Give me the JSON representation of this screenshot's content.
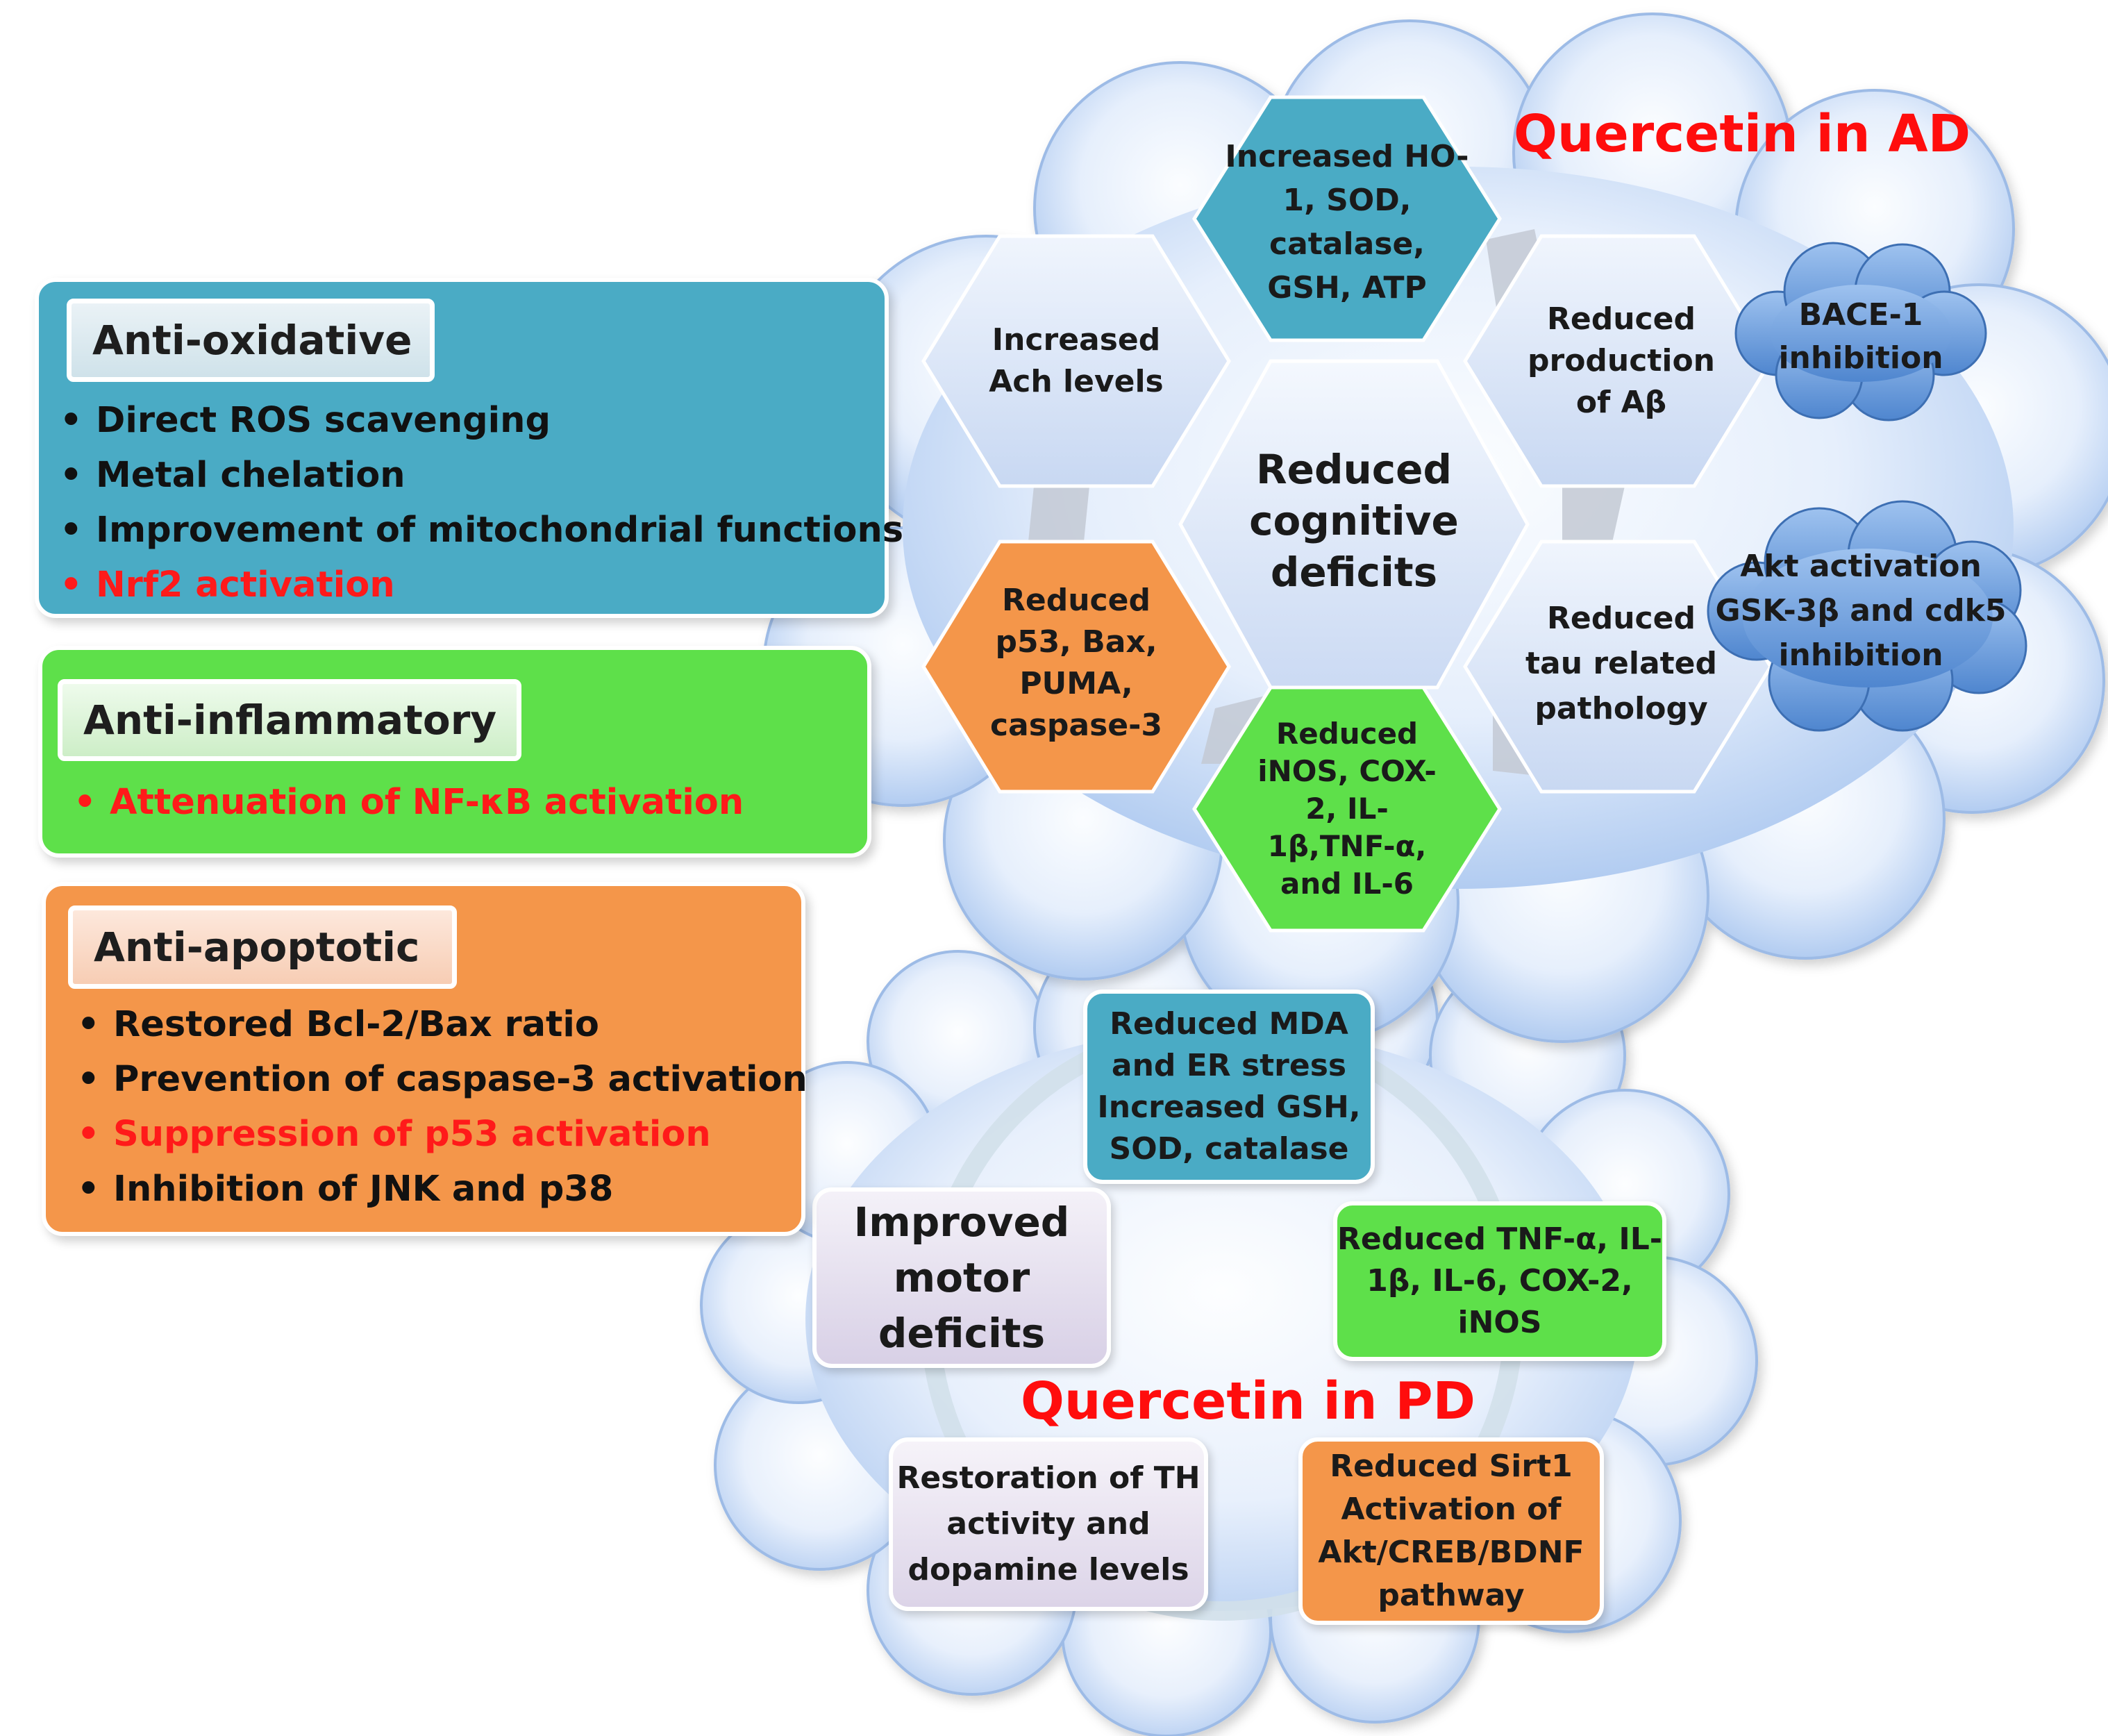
{
  "colors": {
    "teal": "#4aabc5",
    "green": "#5ee04a",
    "orange": "#f4964a",
    "red_text": "#ff0d0d",
    "cloud_light": "#f2f7fe",
    "cloud_dark": "#b2cdf2",
    "hex_light": "#dbe6f8",
    "lavender": "#e2dced"
  },
  "ad_cloud": {
    "title": "Quercetin in AD",
    "center": "Reduced cognitive deficits",
    "hexagons": [
      {
        "id": "top",
        "text": "Increased HO-1, SOD, catalase, GSH, ATP",
        "color": "teal"
      },
      {
        "id": "upper-left",
        "text": "Increased Ach levels",
        "color": "light"
      },
      {
        "id": "upper-right",
        "text": "Reduced production of Aβ",
        "color": "light"
      },
      {
        "id": "lower-left",
        "text": "Reduced p53, Bax, PUMA, caspase-3",
        "color": "orange"
      },
      {
        "id": "lower-right",
        "text": "Reduced tau related pathology",
        "color": "light"
      },
      {
        "id": "bottom",
        "text": "Reduced iNOS, COX-2, IL-1β,TNF-α, and IL-6",
        "color": "green"
      }
    ],
    "small_clouds": [
      {
        "id": "bace",
        "text": "BACE-1 inhibition"
      },
      {
        "id": "akt",
        "text": "Akt activation GSK-3β and cdk5 inhibition"
      }
    ]
  },
  "pd_cloud": {
    "title": "Quercetin in PD",
    "boxes": [
      {
        "id": "mda",
        "text": "Reduced MDA and ER stress Increased GSH, SOD, catalase",
        "color": "teal"
      },
      {
        "id": "motor",
        "text": "Improved motor deficits",
        "color": "lavender"
      },
      {
        "id": "tnf",
        "text": "Reduced TNF-α, IL-1β, IL-6, COX-2, iNOS",
        "color": "green"
      },
      {
        "id": "th",
        "text": "Restoration of TH activity and dopamine levels",
        "color": "lavender"
      },
      {
        "id": "sirt",
        "text": "Reduced Sirt1 Activation of Akt/CREB/BDNF pathway",
        "color": "orange"
      }
    ]
  },
  "panels": {
    "anti_oxidative": {
      "heading": "Anti-oxidative",
      "items": [
        "Direct ROS scavenging",
        "Metal chelation",
        "Improvement of mitochondrial functions",
        "Nrf2 activation"
      ]
    },
    "anti_inflammatory": {
      "heading": "Anti-inflammatory",
      "items": [
        "Attenuation of NF-κB activation"
      ]
    },
    "anti_apoptotic": {
      "heading": "Anti-apoptotic",
      "items": [
        "Restored Bcl-2/Bax ratio",
        "Prevention of caspase-3 activation",
        "Suppression of p53 activation",
        "Inhibition of JNK and p38"
      ]
    }
  }
}
